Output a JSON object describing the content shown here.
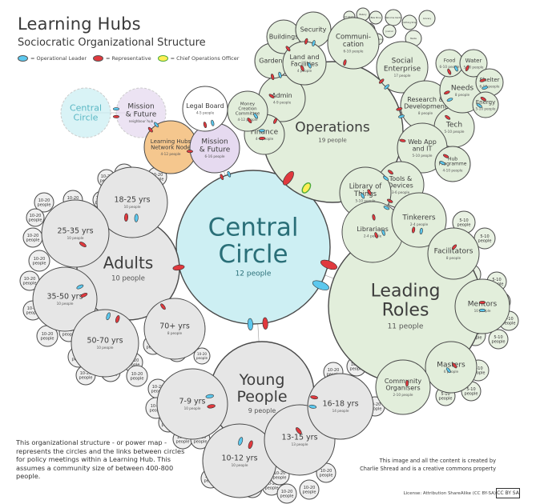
{
  "header": {
    "title": "Learning Hubs",
    "subtitle": "Sociocratic Organizational Structure"
  },
  "legend": [
    {
      "color": "#5cc8ee",
      "text": "= Operational Leader"
    },
    {
      "color": "#e0393e",
      "text": "= Representative"
    },
    {
      "color": "#ffee55",
      "text": "= Chief Operations Officer"
    }
  ],
  "notes": "This organizational structure - or power map - represents the circles and the links between circles for policy meetings within a Learning Hub. This assumes a community size of between 400-800 people.",
  "credit": {
    "line1": "This image and all the content is created by",
    "line2": "Charlie Shread and is a creative commons property",
    "license": "License: Attribution ShareAlike (CC BY-SA)",
    "cc": "CC BY SA"
  },
  "colors": {
    "central": "#cdeff3",
    "ops": "#e2eedb",
    "grey": "#e6e6e6",
    "orange": "#f5c78e",
    "lilac": "#e6daf0",
    "stroke": "#4a4a4a",
    "red": "#e0393e",
    "blue": "#5cc8ee",
    "yellow": "#ffee55"
  },
  "circles": [
    {
      "id": "central",
      "label": [
        "Central",
        "Circle"
      ],
      "sub": "12 people",
      "fill": "central",
      "textColor": "#2a6f78"
    },
    {
      "id": "ops",
      "label": [
        "Operations"
      ],
      "sub": "19 people",
      "fill": "ops"
    },
    {
      "id": "leading",
      "label": [
        "Leading",
        "Roles"
      ],
      "sub": "11 people",
      "fill": "ops"
    },
    {
      "id": "young",
      "label": [
        "Young",
        "People"
      ],
      "sub": "9 people",
      "fill": "grey"
    },
    {
      "id": "adults",
      "label": [
        "Adults"
      ],
      "sub": "10 people",
      "fill": "grey"
    },
    {
      "id": "ghost-central",
      "label": [
        "Central",
        "Circle"
      ],
      "sub": "",
      "fill": "central",
      "ghost": true,
      "textColor": "#5ab7c4"
    },
    {
      "id": "ghost-mission",
      "label": [
        "Mission",
        "& Future"
      ],
      "sub": "neighbour hub",
      "fill": "lilac",
      "ghost": true
    },
    {
      "id": "network",
      "label": [
        "Learning Hubs",
        "Network Node"
      ],
      "sub": "4-12 people",
      "fill": "orange"
    },
    {
      "id": "mission",
      "label": [
        "Mission",
        "& Future"
      ],
      "sub": "6-16 people",
      "fill": "lilac"
    },
    {
      "id": "legal",
      "label": [
        "Legal Board"
      ],
      "sub": "4-5 people",
      "fill": "white"
    },
    {
      "id": "admin",
      "label": [
        "Admin"
      ],
      "sub": "4-9 people",
      "fill": "ops"
    },
    {
      "id": "finance",
      "label": [
        "Finance"
      ],
      "sub": "4-6 people",
      "fill": "ops"
    },
    {
      "id": "money",
      "label": [
        "Money",
        "Creation",
        "Committee"
      ],
      "sub": "4-12 people",
      "fill": "ops"
    },
    {
      "id": "gardens",
      "label": [
        "Gardens"
      ],
      "sub": "",
      "fill": "ops"
    },
    {
      "id": "buildings",
      "label": [
        "Buildings"
      ],
      "sub": "",
      "fill": "ops"
    },
    {
      "id": "security",
      "label": [
        "Security"
      ],
      "sub": "",
      "fill": "ops"
    },
    {
      "id": "land",
      "label": [
        "Land and",
        "Facilities"
      ],
      "sub": "4 people",
      "fill": "ops"
    },
    {
      "id": "comm",
      "label": [
        "Communi-",
        "cation"
      ],
      "sub": "6-10 people",
      "fill": "ops"
    },
    {
      "id": "social",
      "label": [
        "Social",
        "Enterprise"
      ],
      "sub": "17 people",
      "fill": "ops"
    },
    {
      "id": "research",
      "label": [
        "Research &",
        "Development"
      ],
      "sub": "8 people",
      "fill": "ops"
    },
    {
      "id": "tech",
      "label": [
        "Tech"
      ],
      "sub": "5-10 people",
      "fill": "ops"
    },
    {
      "id": "webapp",
      "label": [
        "Web App",
        "and IT"
      ],
      "sub": "5-10 people",
      "fill": "ops"
    },
    {
      "id": "hubprog",
      "label": [
        "Hub",
        "Programme"
      ],
      "sub": "4-10 people",
      "fill": "ops"
    },
    {
      "id": "needs",
      "label": [
        "Needs"
      ],
      "sub": "8 people",
      "fill": "ops"
    },
    {
      "id": "food",
      "label": [
        "Food"
      ],
      "sub": "6-10 people",
      "fill": "ops"
    },
    {
      "id": "water",
      "label": [
        "Water"
      ],
      "sub": "5-10 people",
      "fill": "ops"
    },
    {
      "id": "shelter",
      "label": [
        "Shelter"
      ],
      "sub": "6-10 people",
      "fill": "ops"
    },
    {
      "id": "energy",
      "label": [
        "Energy"
      ],
      "sub": "5-10 people",
      "fill": "ops"
    },
    {
      "id": "tools",
      "label": [
        "Tools &",
        "Devices"
      ],
      "sub": "3-6 people",
      "fill": "ops"
    },
    {
      "id": "library",
      "label": [
        "Library of",
        "Things"
      ],
      "sub": "5-10 people",
      "fill": "ops"
    },
    {
      "id": "librarians",
      "label": [
        "Librarians"
      ],
      "sub": "2-4 people",
      "fill": "ops"
    },
    {
      "id": "tinkerers",
      "label": [
        "Tinkerers"
      ],
      "sub": "2-4 people",
      "fill": "ops"
    },
    {
      "id": "facilitators",
      "label": [
        "Facilitators"
      ],
      "sub": "8 people",
      "fill": "ops"
    },
    {
      "id": "mentors",
      "label": [
        "Mentors"
      ],
      "sub": "10 people",
      "fill": "ops"
    },
    {
      "id": "masters",
      "label": [
        "Masters"
      ],
      "sub": "6 people",
      "fill": "ops"
    },
    {
      "id": "organisers",
      "label": [
        "Community",
        "Organisers"
      ],
      "sub": "2-10 people",
      "fill": "ops"
    },
    {
      "id": "age1825",
      "label": [
        "18-25 yrs"
      ],
      "sub": "10 people",
      "fill": "grey"
    },
    {
      "id": "age2535",
      "label": [
        "25-35 yrs"
      ],
      "sub": "10 people",
      "fill": "grey"
    },
    {
      "id": "age3550",
      "label": [
        "35-50 yrs"
      ],
      "sub": "10 people",
      "fill": "grey"
    },
    {
      "id": "age5070",
      "label": [
        "50-70 yrs"
      ],
      "sub": "10 people",
      "fill": "grey"
    },
    {
      "id": "age70",
      "label": [
        "70+ yrs"
      ],
      "sub": "8 people",
      "fill": "grey"
    },
    {
      "id": "age79",
      "label": [
        "7-9 yrs"
      ],
      "sub": "10 people",
      "fill": "grey"
    },
    {
      "id": "age1012",
      "label": [
        "10-12 yrs"
      ],
      "sub": "10 people",
      "fill": "grey"
    },
    {
      "id": "age1315",
      "label": [
        "13-15 yrs"
      ],
      "sub": "13 people",
      "fill": "grey"
    },
    {
      "id": "age1618",
      "label": [
        "16-18 yrs"
      ],
      "sub": "14 people",
      "fill": "grey"
    }
  ],
  "small_circle_label": [
    "10-20",
    "people"
  ],
  "tiny_circle_label": [
    "5-10",
    "people"
  ],
  "micro_circle_labels": [
    "Art Studio",
    "Bakery",
    "Bike Shop",
    "Welcome Centre",
    "Clothing Shop",
    "Grocery",
    "Electronics",
    "Media",
    "The Making",
    "Publishing",
    "B2 Business Operations",
    "Journal"
  ]
}
